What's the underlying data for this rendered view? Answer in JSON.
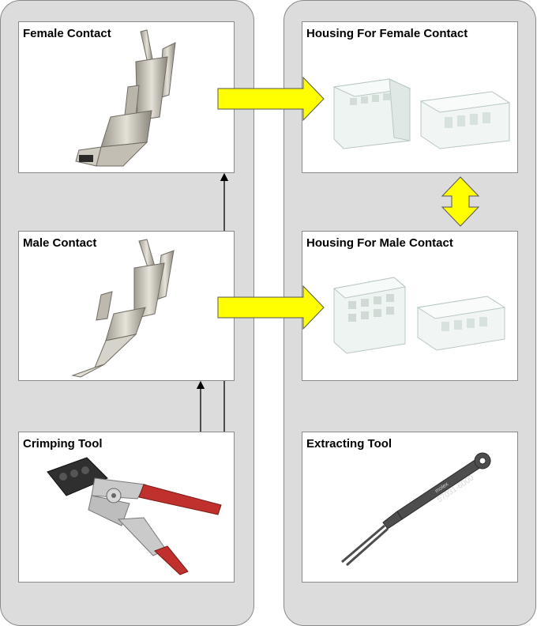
{
  "boxes": {
    "female_contact": {
      "title": "Female Contact"
    },
    "male_contact": {
      "title": "Male Contact"
    },
    "crimping_tool": {
      "title": "Crimping Tool"
    },
    "housing_female": {
      "title": "Housing For Female Contact"
    },
    "housing_male": {
      "title": "Housing For Male Contact"
    },
    "extracting_tool": {
      "title": "Extracting Tool",
      "tool_brand": "molex",
      "tool_part_number": "57031-6000"
    }
  },
  "colors": {
    "panel_background": "#dcdcdc",
    "arrow_fill": "#ffff00",
    "arrow_stroke": "#555555",
    "border": "#8a8a8a",
    "handle_red": "#c0302c"
  },
  "icons": [
    "female-contact-image",
    "male-contact-image",
    "crimping-tool-image",
    "female-housing-image",
    "male-housing-image",
    "extracting-tool-image"
  ]
}
